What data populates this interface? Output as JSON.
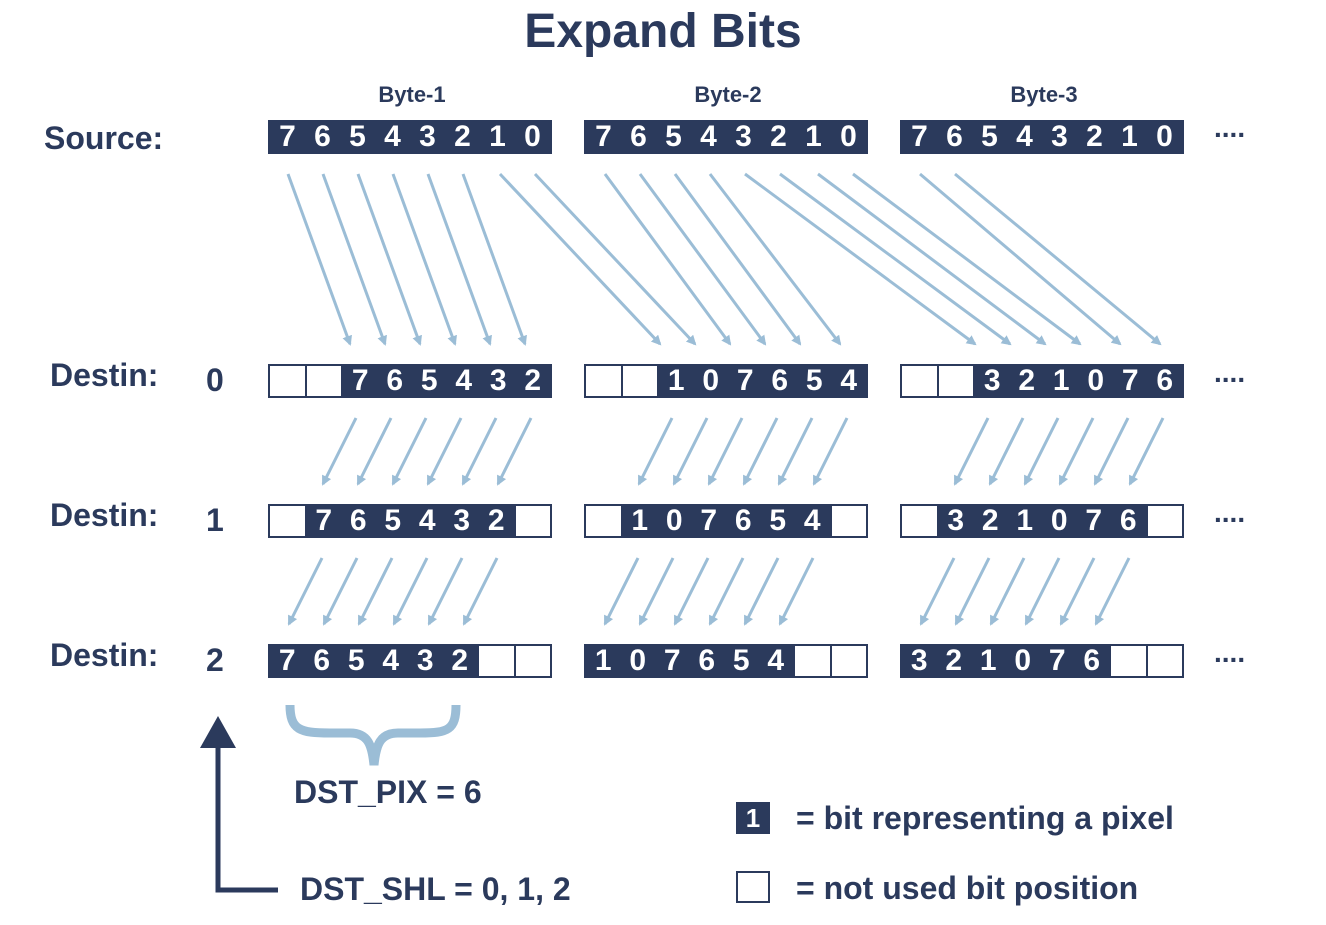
{
  "title": "Expand Bits",
  "byte_headers": [
    "Byte-1",
    "Byte-2",
    "Byte-3"
  ],
  "rows": [
    {
      "label": "Source:",
      "index": "",
      "bytes": [
        [
          "7",
          "6",
          "5",
          "4",
          "3",
          "2",
          "1",
          "0"
        ],
        [
          "7",
          "6",
          "5",
          "4",
          "3",
          "2",
          "1",
          "0"
        ],
        [
          "7",
          "6",
          "5",
          "4",
          "3",
          "2",
          "1",
          "0"
        ]
      ]
    },
    {
      "label": "Destin:",
      "index": "0",
      "bytes": [
        [
          "",
          "",
          "7",
          "6",
          "5",
          "4",
          "3",
          "2"
        ],
        [
          "",
          "",
          "1",
          "0",
          "7",
          "6",
          "5",
          "4"
        ],
        [
          "",
          "",
          "3",
          "2",
          "1",
          "0",
          "7",
          "6"
        ]
      ]
    },
    {
      "label": "Destin:",
      "index": "1",
      "bytes": [
        [
          "",
          "7",
          "6",
          "5",
          "4",
          "3",
          "2",
          ""
        ],
        [
          "",
          "1",
          "0",
          "7",
          "6",
          "5",
          "4",
          ""
        ],
        [
          "",
          "3",
          "2",
          "1",
          "0",
          "7",
          "6",
          ""
        ]
      ]
    },
    {
      "label": "Destin:",
      "index": "2",
      "bytes": [
        [
          "7",
          "6",
          "5",
          "4",
          "3",
          "2",
          "",
          ""
        ],
        [
          "1",
          "0",
          "7",
          "6",
          "5",
          "4",
          "",
          ""
        ],
        [
          "3",
          "2",
          "1",
          "0",
          "7",
          "6",
          "",
          ""
        ]
      ]
    }
  ],
  "ellipsis": "....",
  "dst_pix": "DST_PIX = 6",
  "dst_shl": "DST_SHL = 0, 1, 2",
  "legend": {
    "filled_symbol": "1",
    "filled_text": "= bit representing a pixel",
    "empty_text": "= not used bit position"
  },
  "colors": {
    "dark": "#2b3a5c",
    "arrow": "#9bbdd6"
  }
}
